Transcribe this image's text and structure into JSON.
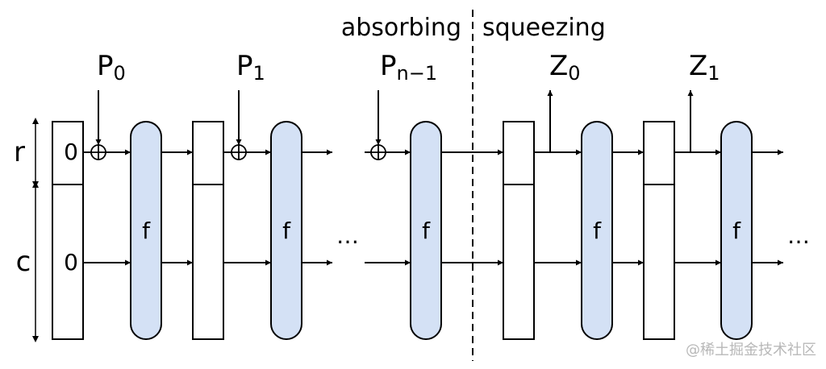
{
  "phases": {
    "absorbing": "absorbing",
    "squeezing": "squeezing"
  },
  "inputs": [
    {
      "base": "P",
      "sub": "0"
    },
    {
      "base": "P",
      "sub": "1"
    },
    {
      "base": "P",
      "sub": "n−1"
    }
  ],
  "outputs": [
    {
      "base": "Z",
      "sub": "0"
    },
    {
      "base": "Z",
      "sub": "1"
    }
  ],
  "state_labels": {
    "rate": "r",
    "capacity": "c"
  },
  "initial_values": {
    "rate": "0",
    "capacity": "0"
  },
  "function_label": "f",
  "ellipsis": "…",
  "watermark": "@稀土掘金技术社区",
  "colors": {
    "function_fill": "#d4e1f5",
    "stroke": "#000000"
  }
}
